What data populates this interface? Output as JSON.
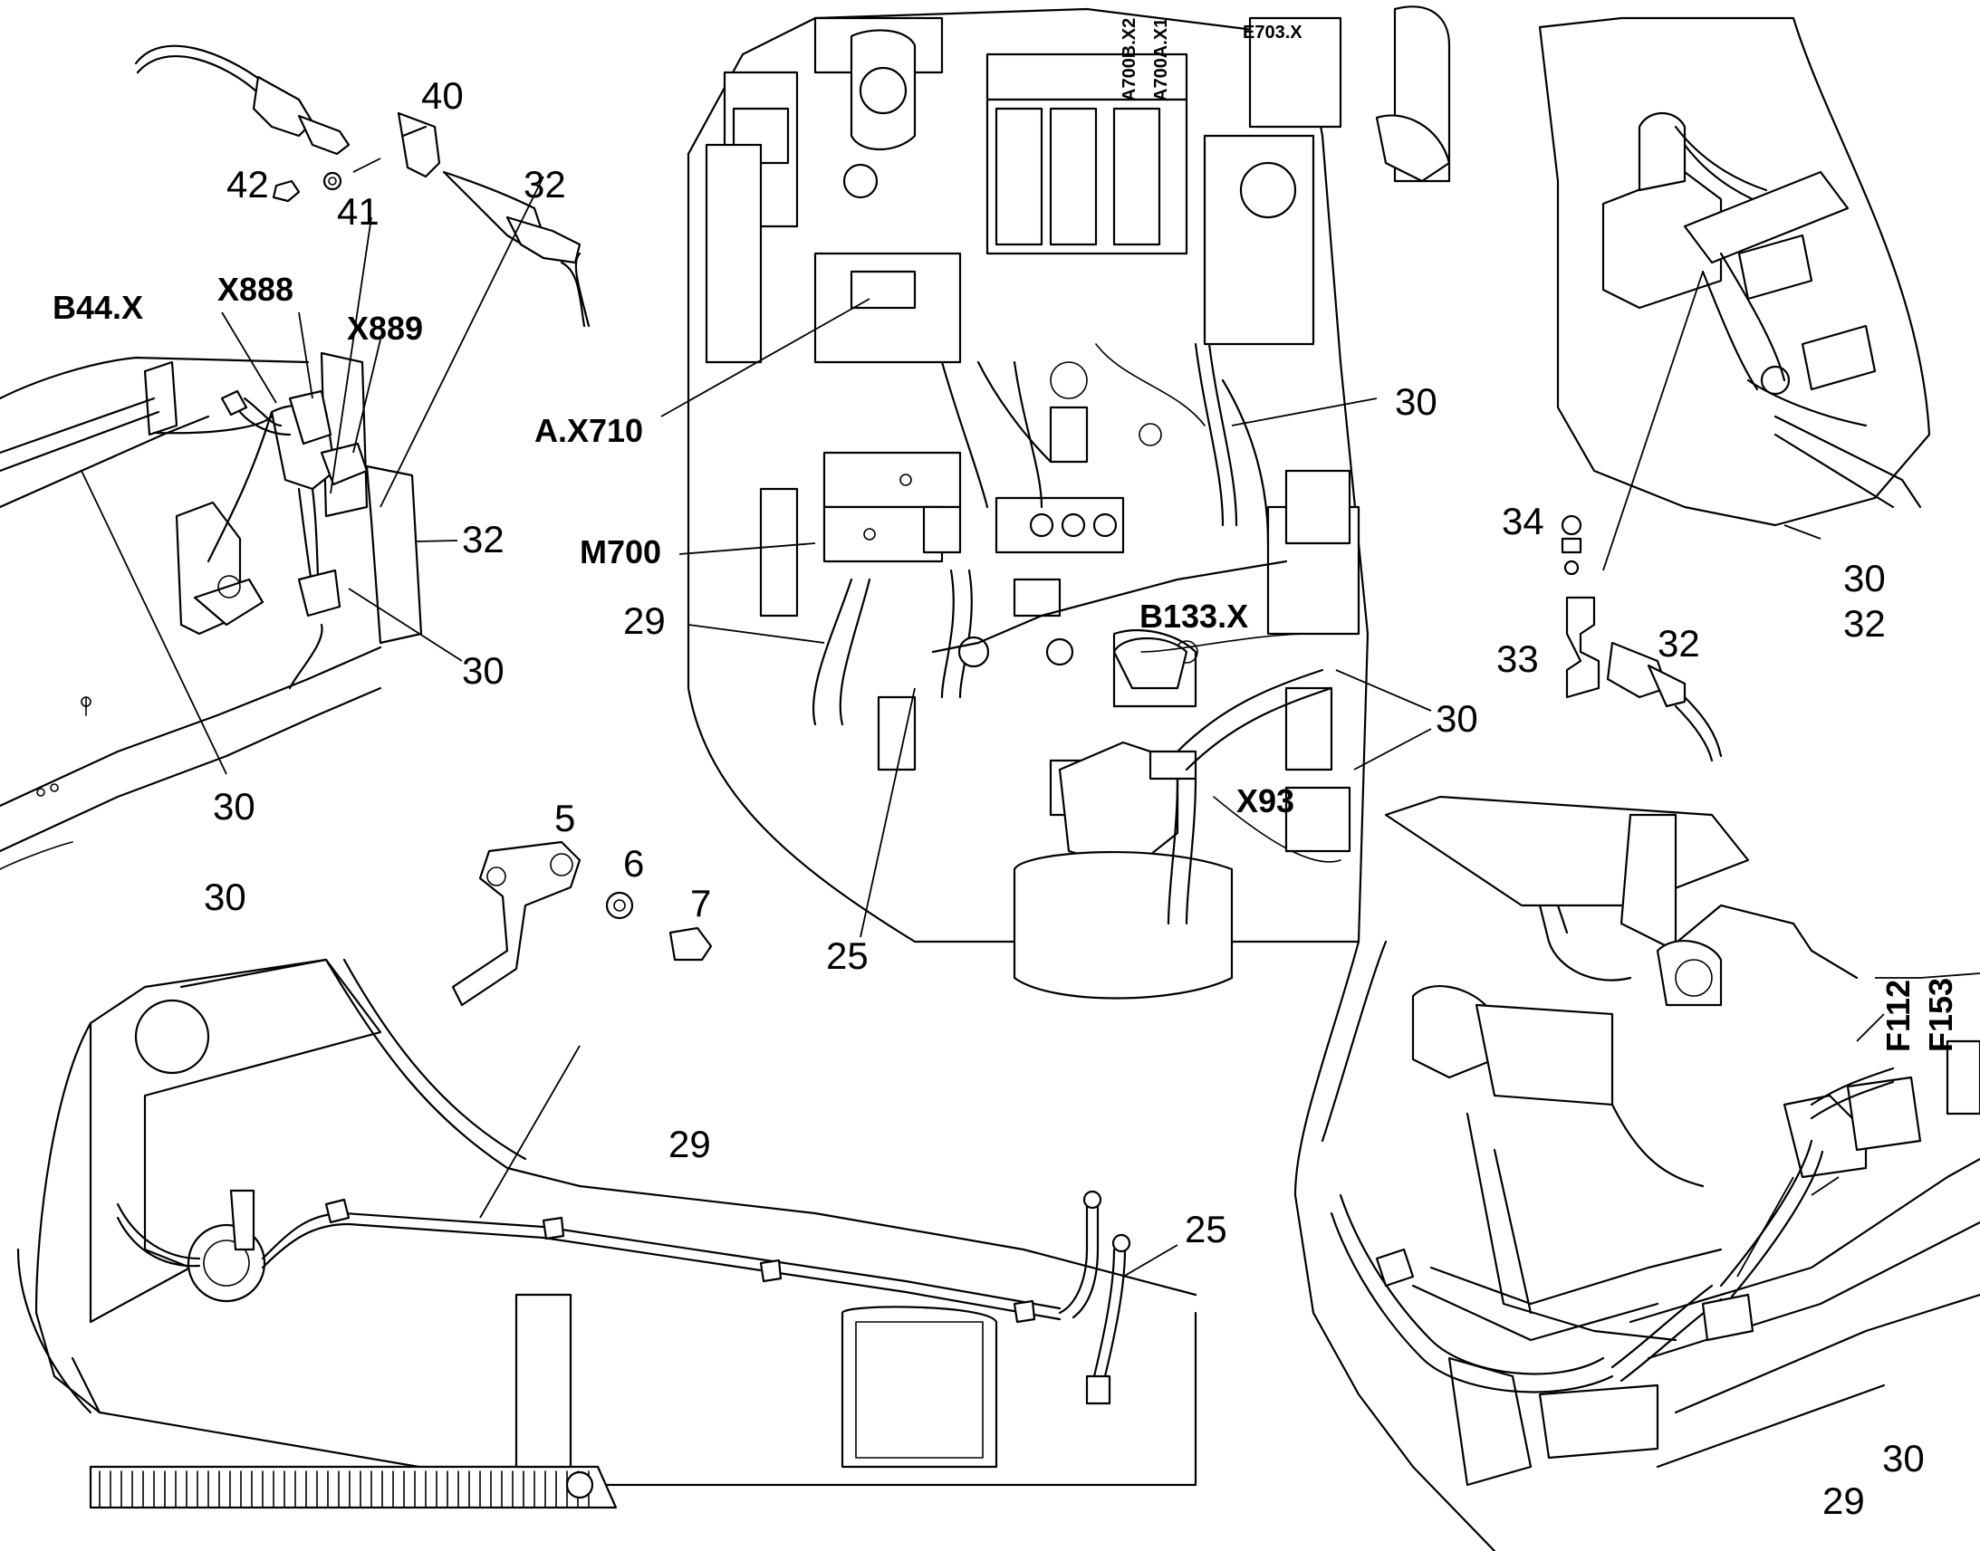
{
  "callouts": {
    "n40": "40",
    "n42": "42",
    "n41": "41",
    "n32a": "32",
    "b44x": "B44.X",
    "x888": "X888",
    "x889": "X889",
    "n32b": "32",
    "n30a": "30",
    "n30b": "30",
    "ax710": "A.X710",
    "m700": "M700",
    "n29a": "29",
    "n25a": "25",
    "n30c": "30",
    "b133x": "B133.X",
    "n30d": "30",
    "x93": "X93",
    "e703x": "E703.X",
    "a700bx2": "A700B.X2",
    "a700ax1": "A700A.X1",
    "n34": "34",
    "n33": "33",
    "n32c": "32",
    "n30e": "30",
    "n32d": "32",
    "n5": "5",
    "n6": "6",
    "n7": "7",
    "n30f": "30",
    "n29b": "29",
    "n25b": "25",
    "f112": "F112",
    "f153": "F153",
    "n30g": "30",
    "n29c": "29"
  }
}
